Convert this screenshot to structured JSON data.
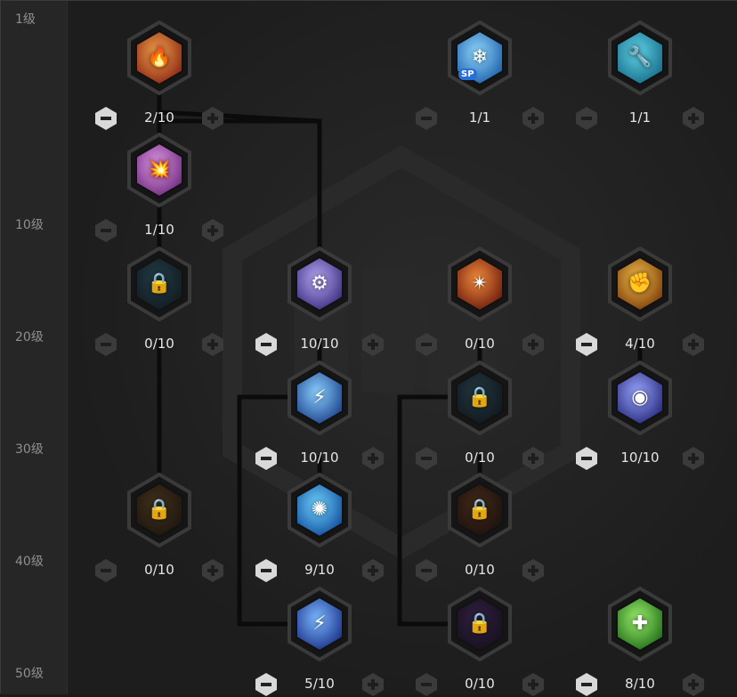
{
  "levels": [
    "1级",
    "10级",
    "20级",
    "30级",
    "40级",
    "50级"
  ],
  "colors": {
    "panel": "#202020",
    "line": "#0b0b0b",
    "hex_border": "#2f2f2f"
  },
  "skills": [
    {
      "col": 0,
      "row": 0,
      "count": "2/10",
      "icon": "flame-thrower-icon",
      "glyph": "🔥",
      "bg": [
        "#f2a34a",
        "#8a2414"
      ],
      "locked": false,
      "minus_active": true,
      "plus_active": false
    },
    {
      "col": 2,
      "row": 0,
      "count": "1/1",
      "icon": "ice-crystal-icon",
      "glyph": "❄",
      "bg": [
        "#8fd8ff",
        "#1c5ea8"
      ],
      "locked": false,
      "minus_active": false,
      "plus_active": false,
      "badge": "SP"
    },
    {
      "col": 3,
      "row": 0,
      "count": "1/1",
      "icon": "wrench-gun-icon",
      "glyph": "🔧",
      "bg": [
        "#5ed4e8",
        "#176a86"
      ],
      "locked": false,
      "minus_active": false,
      "plus_active": false
    },
    {
      "col": 0,
      "row": 1,
      "count": "1/10",
      "icon": "grenade-icon",
      "glyph": "💥",
      "bg": [
        "#e29be8",
        "#6d2a7c"
      ],
      "locked": false,
      "minus_active": false,
      "plus_active": false
    },
    {
      "col": 0,
      "row": 2,
      "count": "0/10",
      "icon": "lock-icon",
      "glyph": "🔒",
      "bg": [
        "#2f5d72",
        "#0f2028"
      ],
      "locked": true,
      "minus_active": false,
      "plus_active": false
    },
    {
      "col": 1,
      "row": 2,
      "count": "10/10",
      "icon": "mech-drone-icon",
      "glyph": "⚙",
      "bg": [
        "#b6a6f2",
        "#3a2d7e"
      ],
      "locked": false,
      "minus_active": true,
      "plus_active": false
    },
    {
      "col": 2,
      "row": 2,
      "count": "0/10",
      "icon": "explosion-icon",
      "glyph": "✴",
      "bg": [
        "#f08a3a",
        "#6a1a0e"
      ],
      "locked": false,
      "minus_active": false,
      "plus_active": false
    },
    {
      "col": 3,
      "row": 2,
      "count": "4/10",
      "icon": "punch-fist-icon",
      "glyph": "✊",
      "bg": [
        "#f5c04a",
        "#7a3a0a"
      ],
      "locked": false,
      "minus_active": true,
      "plus_active": false
    },
    {
      "col": 1,
      "row": 3,
      "count": "10/10",
      "icon": "lightning-strike-icon",
      "glyph": "⚡",
      "bg": [
        "#8ad0ff",
        "#1a3f8a"
      ],
      "locked": false,
      "minus_active": true,
      "plus_active": false
    },
    {
      "col": 2,
      "row": 3,
      "count": "0/10",
      "icon": "lock-icon",
      "glyph": "🔒",
      "bg": [
        "#2f5566",
        "#0e1a22"
      ],
      "locked": true,
      "minus_active": false,
      "plus_active": false
    },
    {
      "col": 3,
      "row": 3,
      "count": "10/10",
      "icon": "plasma-orb-icon",
      "glyph": "◉",
      "bg": [
        "#9aa6ff",
        "#24287a"
      ],
      "locked": false,
      "minus_active": true,
      "plus_active": false
    },
    {
      "col": 0,
      "row": 4,
      "count": "0/10",
      "icon": "lock-icon",
      "glyph": "🔒",
      "bg": [
        "#6a4a24",
        "#22160a"
      ],
      "locked": true,
      "minus_active": false,
      "plus_active": false
    },
    {
      "col": 1,
      "row": 4,
      "count": "9/10",
      "icon": "energy-sphere-icon",
      "glyph": "✺",
      "bg": [
        "#6fd2ff",
        "#0f4c9a"
      ],
      "locked": false,
      "minus_active": true,
      "plus_active": false
    },
    {
      "col": 2,
      "row": 4,
      "count": "0/10",
      "icon": "lock-icon",
      "glyph": "🔒",
      "bg": [
        "#6a3a1e",
        "#220f08"
      ],
      "locked": true,
      "minus_active": false,
      "plus_active": false
    },
    {
      "col": 1,
      "row": 5,
      "count": "5/10",
      "icon": "electric-charge-icon",
      "glyph": "⚡",
      "bg": [
        "#7ab8ff",
        "#1a2f86"
      ],
      "locked": false,
      "minus_active": true,
      "plus_active": false
    },
    {
      "col": 2,
      "row": 5,
      "count": "0/10",
      "icon": "lock-icon",
      "glyph": "🔒",
      "bg": [
        "#4a2a6a",
        "#180c22"
      ],
      "locked": true,
      "minus_active": false,
      "plus_active": false
    },
    {
      "col": 3,
      "row": 5,
      "count": "8/10",
      "icon": "medkit-heal-icon",
      "glyph": "✚",
      "bg": [
        "#9af06a",
        "#1f6a18"
      ],
      "locked": false,
      "minus_active": true,
      "plus_active": false
    }
  ]
}
